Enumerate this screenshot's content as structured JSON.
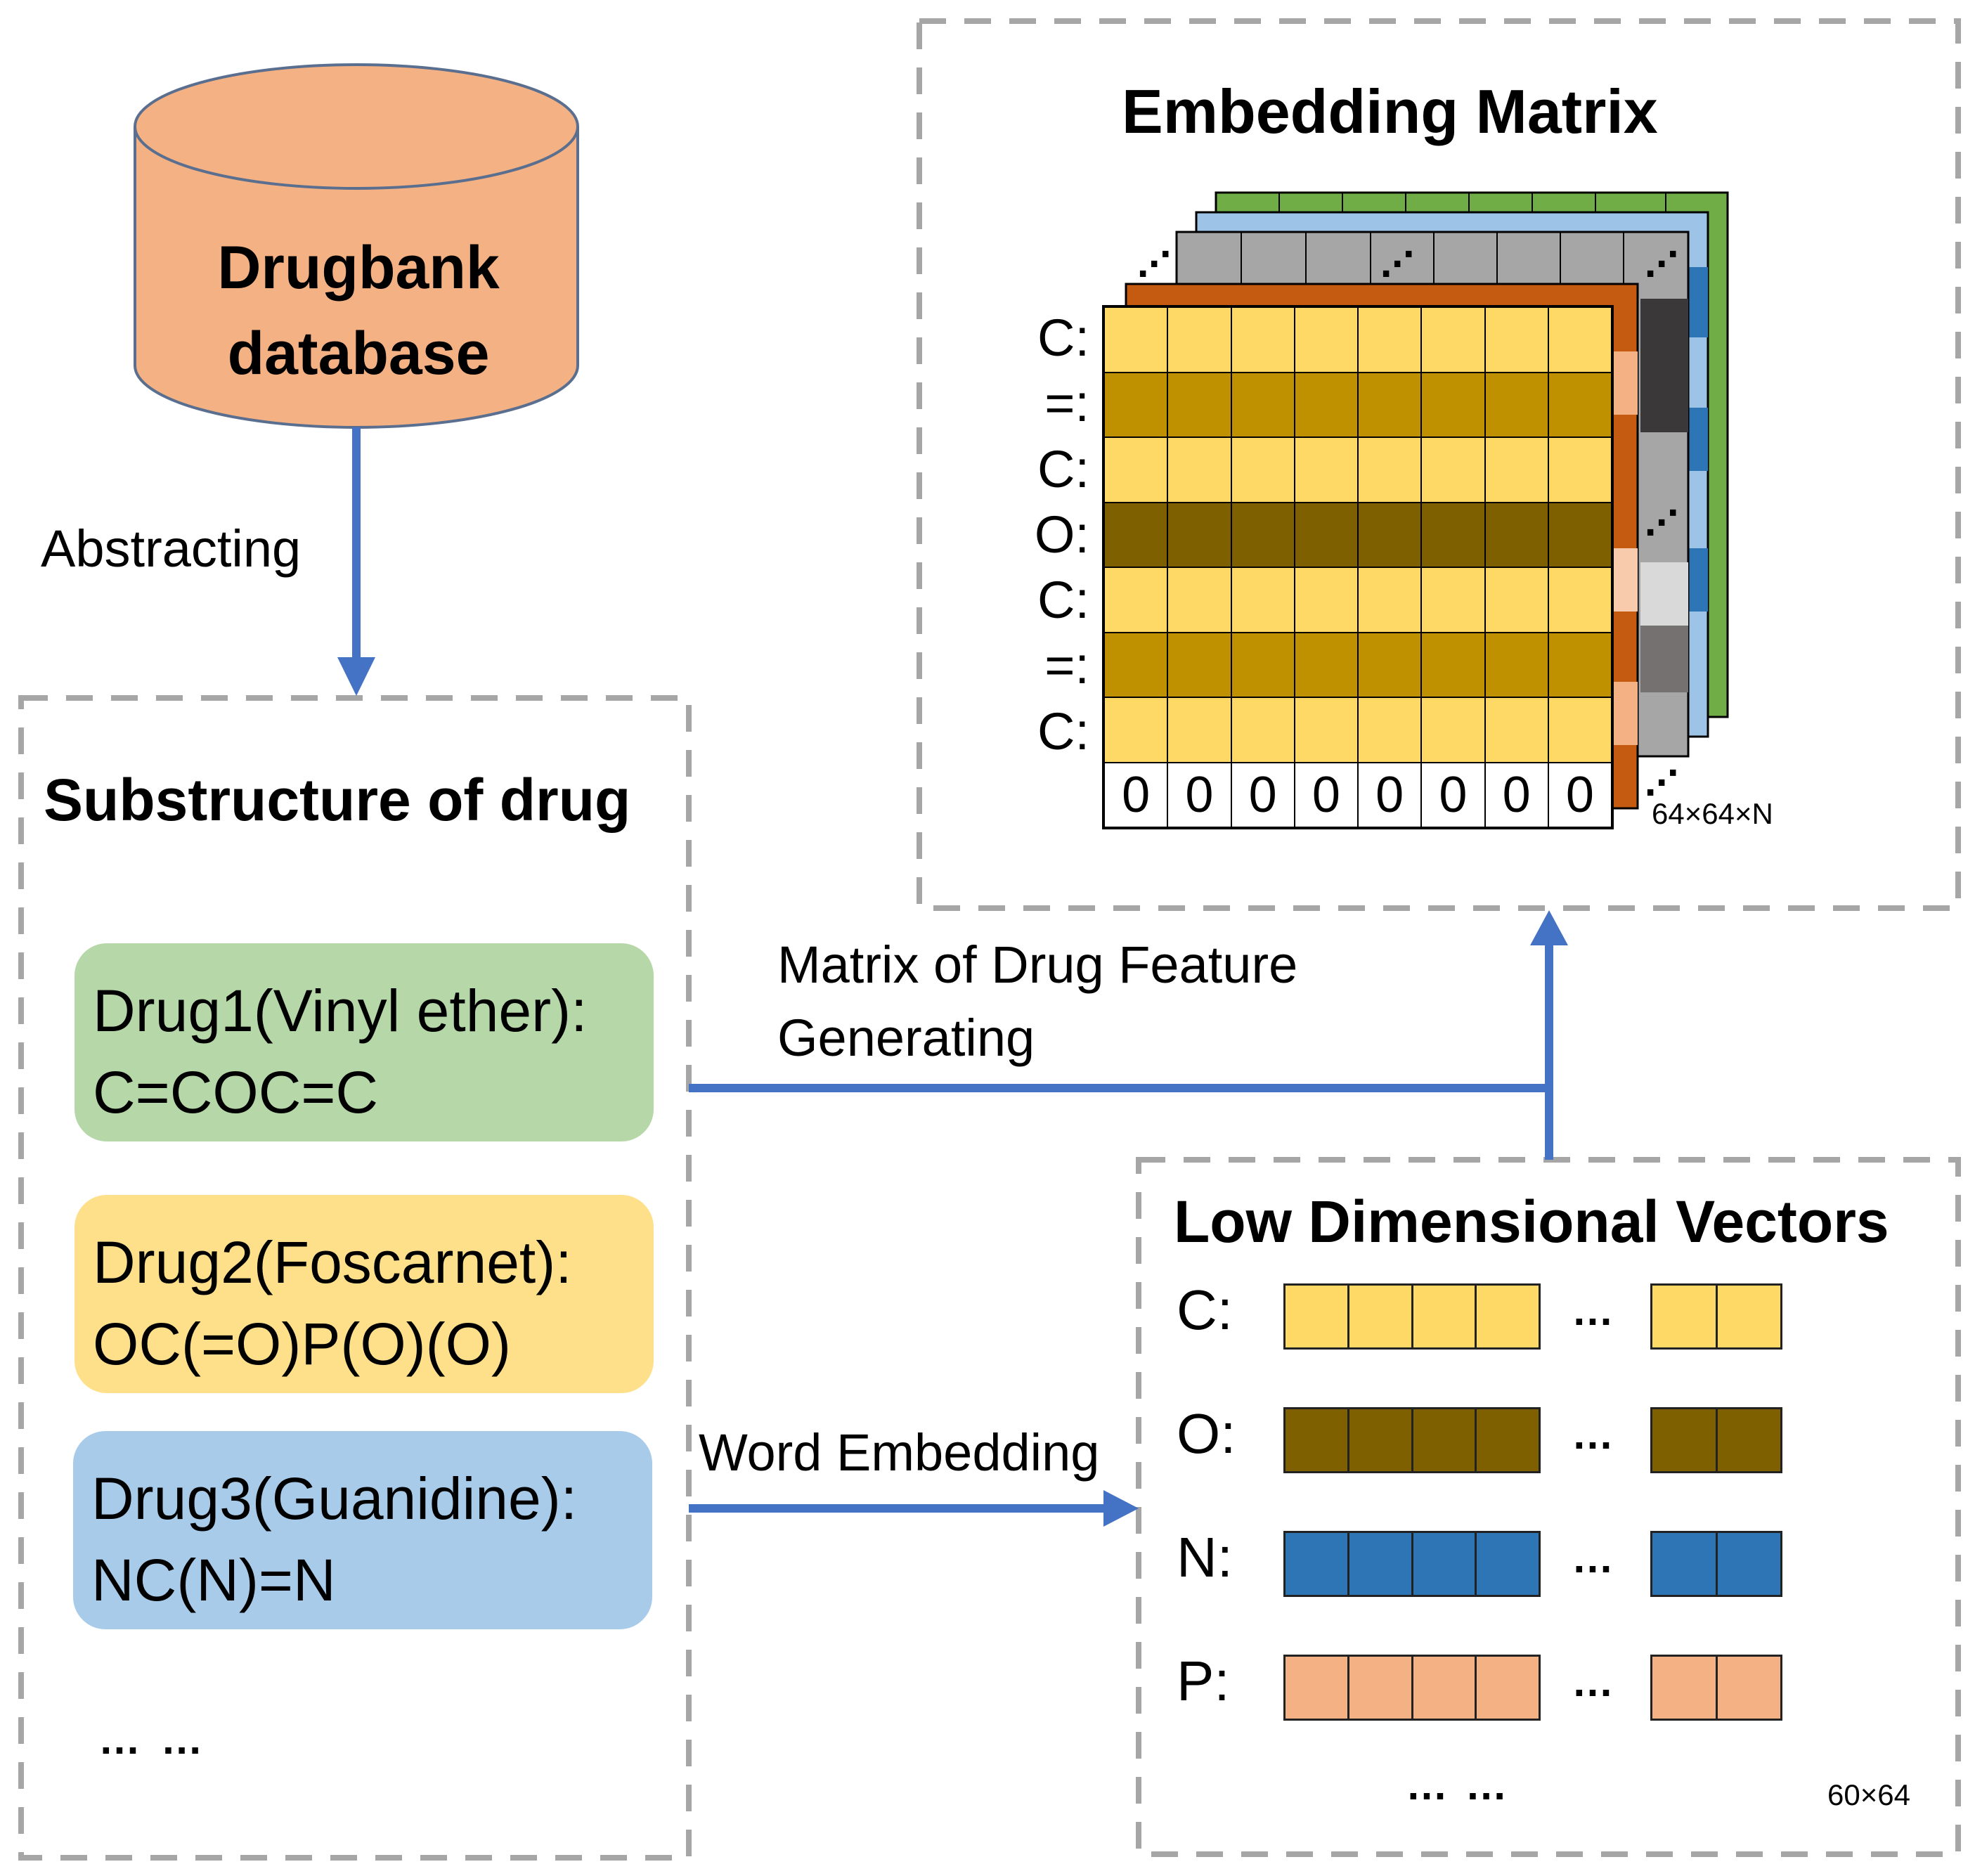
{
  "colors": {
    "database_fill": "#f4b183",
    "arrow": "#4472c4",
    "panel_border": "#a6a6a6",
    "drug1_fill": "#b6d7a8",
    "drug2_fill": "#ffe08a",
    "drug3_fill": "#a9cbea",
    "cell_light_yellow": "#ffd966",
    "cell_mid_gold": "#bf9000",
    "cell_dark_brown": "#7f6000",
    "cell_blue": "#2e75b6",
    "cell_peach": "#f4b183",
    "layer_orange": "#c55a11",
    "layer_dark": "#3a3838",
    "layer_gray": "#a6a6a6",
    "layer_lightblue": "#9dc3e6",
    "layer_green": "#70ad47"
  },
  "database": {
    "icon": "database-cylinder-icon",
    "line1": "Drugbank",
    "line2": "database"
  },
  "arrows": {
    "abstracting_label": "Abstracting",
    "matrix_label_line1": "Matrix of Drug Feature",
    "matrix_label_line2": "Generating",
    "word_embedding_label": "Word Embedding"
  },
  "substructure_panel": {
    "title": "Substructure of drug",
    "drugs": [
      {
        "name": "Drug1(Vinyl ether):",
        "smiles": "C=COC=C"
      },
      {
        "name": "Drug2(Foscarnet):",
        "smiles": "OC(=O)P(O)(O)"
      },
      {
        "name": "Drug3(Guanidine):",
        "smiles": "NC(N)=N"
      }
    ],
    "more": "… …"
  },
  "embedding_panel": {
    "title": "Embedding Matrix",
    "row_labels": [
      "C:",
      "=:",
      "C:",
      "O:",
      "C:",
      "=:",
      "C:"
    ],
    "padding_values": [
      "0",
      "0",
      "0",
      "0",
      "0",
      "0",
      "0",
      "0"
    ],
    "dimension": "64×64×N"
  },
  "vectors_panel": {
    "title": "Low Dimensional Vectors",
    "rows": [
      {
        "label": "C:",
        "color": "#ffd966"
      },
      {
        "label": "O:",
        "color": "#7f6000"
      },
      {
        "label": "N:",
        "color": "#2e75b6"
      },
      {
        "label": "P:",
        "color": "#f4b183"
      }
    ],
    "gap_dots": "…",
    "more": "… …",
    "dimension": "60×64"
  }
}
